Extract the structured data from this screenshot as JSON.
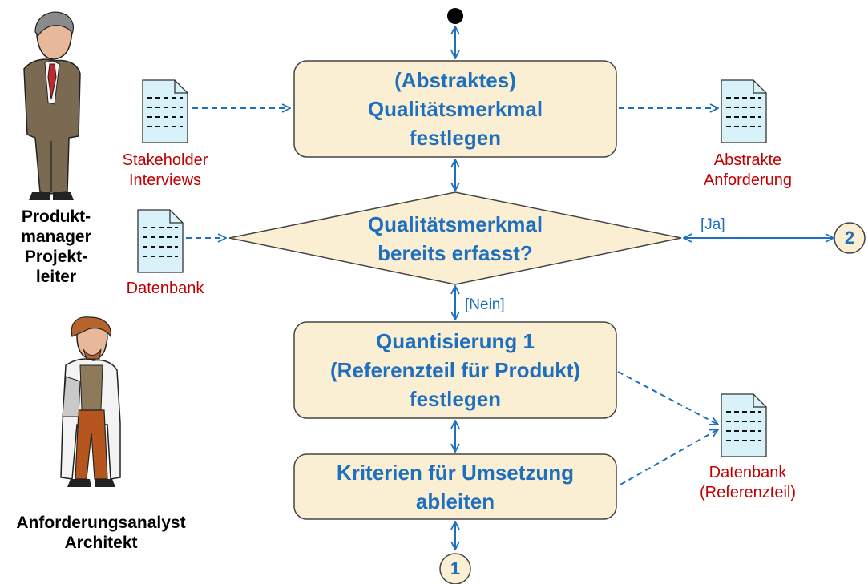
{
  "actions": {
    "define_quality": [
      "(Abstraktes)",
      "Qualitätsmerkmal",
      "festlegen"
    ],
    "quantize": [
      "Quantisierung 1",
      "(Referenzteil für Produkt)",
      "festlegen"
    ],
    "criteria": [
      "Kriterien für Umsetzung",
      "ableiten"
    ]
  },
  "decision": [
    "Qualitätsmerkmal",
    "bereits erfasst?"
  ],
  "guards": {
    "yes": "[Ja]",
    "no": "[Nein]"
  },
  "connectors": {
    "bottom": "1",
    "right": "2"
  },
  "documents": {
    "stakeholder": [
      "Stakeholder",
      "Interviews"
    ],
    "abstract_req": [
      "Abstrakte",
      "Anforderung"
    ],
    "database": [
      "Datenbank"
    ],
    "database_ref": [
      "Datenbank",
      "(Referenzteil)"
    ]
  },
  "roles": {
    "pm": [
      "Produkt-",
      "manager",
      "Projekt-",
      "leiter"
    ],
    "analyst": [
      "Anforderungsanalyst",
      "Architekt"
    ]
  },
  "colors": {
    "box_fill": "#FBEFD3",
    "box_stroke": "#444444",
    "text_blue": "#1F6FBF",
    "label_red": "#C00000",
    "doc_fill": "#D9F1F8"
  }
}
